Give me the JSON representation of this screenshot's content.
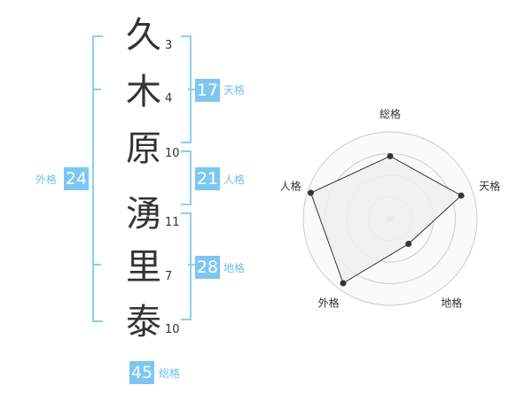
{
  "name": {
    "chars": [
      {
        "char": "久",
        "strokes": "3"
      },
      {
        "char": "木",
        "strokes": "4"
      },
      {
        "char": "原",
        "strokes": "10"
      },
      {
        "char": "湧",
        "strokes": "11"
      },
      {
        "char": "里",
        "strokes": "7"
      },
      {
        "char": "泰",
        "strokes": "10"
      }
    ]
  },
  "fortunes": {
    "tenkaku": {
      "value": "17",
      "label": "天格"
    },
    "jinkaku": {
      "value": "21",
      "label": "人格"
    },
    "chikaku": {
      "value": "28",
      "label": "地格"
    },
    "gaikaku": {
      "value": "24",
      "label": "外格"
    },
    "soukaku": {
      "value": "45",
      "label": "総格"
    }
  },
  "colors": {
    "accent": "#7cc7f2",
    "bracket": "#8ecdf4",
    "radar_fill": "#efefef",
    "radar_line": "#333333"
  },
  "chart_data": {
    "type": "radar",
    "axes": [
      "総格",
      "天格",
      "地格",
      "外格",
      "人格"
    ],
    "values": [
      0.72,
      0.86,
      0.36,
      0.92,
      0.96
    ],
    "rings": 4,
    "range": [
      0,
      1
    ]
  }
}
